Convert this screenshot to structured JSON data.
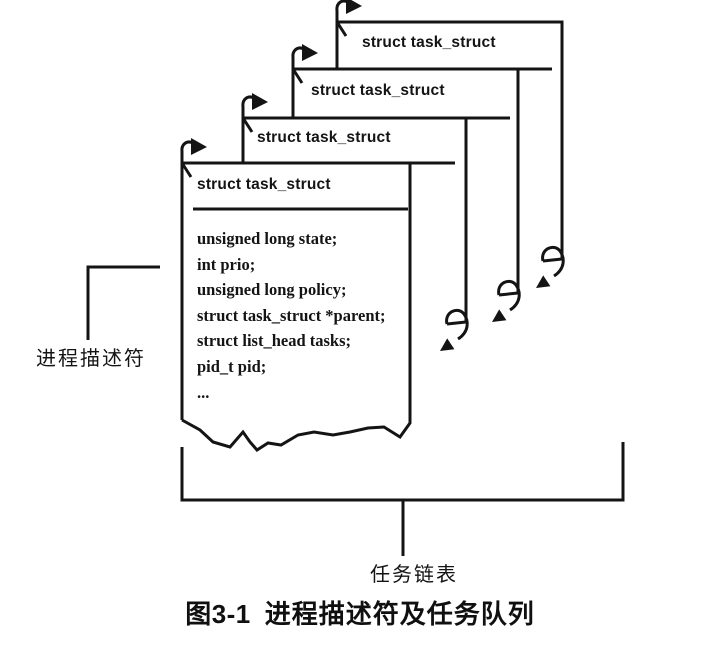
{
  "figure": {
    "cards": [
      {
        "label": "struct task_struct"
      },
      {
        "label": "struct task_struct"
      },
      {
        "label": "struct task_struct"
      },
      {
        "label": "struct task_struct"
      }
    ],
    "card_fields": [
      "unsigned long state;",
      "int prio;",
      "unsigned long policy;",
      "struct task_struct *parent;",
      "struct list_head tasks;",
      "pid_t pid;",
      "..."
    ],
    "labels": {
      "process_descriptor": "进程描述符",
      "task_list": "任务链表"
    },
    "caption": {
      "number": "图3-1",
      "title": "进程描述符及任务队列"
    },
    "colors": {
      "ink": "#141414",
      "paper": "#ffffff"
    }
  }
}
